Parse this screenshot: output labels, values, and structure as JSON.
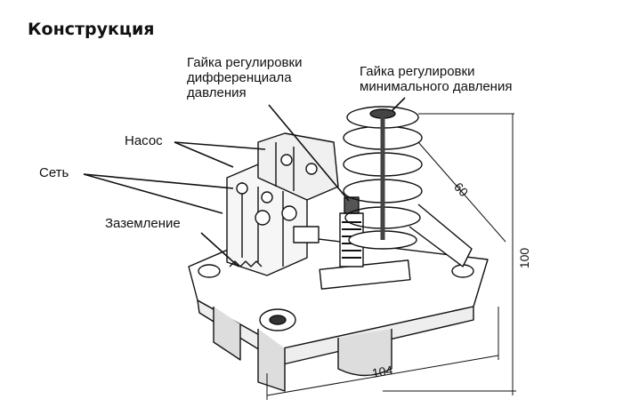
{
  "title": "Конструкция",
  "labels": {
    "diff_nut": [
      "Гайка регулировки",
      "дифференциала",
      "давления"
    ],
    "min_nut": [
      "Гайка регулировки",
      "минимального давления"
    ],
    "pump": "Насос",
    "mains": "Сеть",
    "ground": "Заземление"
  },
  "dimensions": {
    "depth": "60",
    "height": "100",
    "width": "104"
  }
}
